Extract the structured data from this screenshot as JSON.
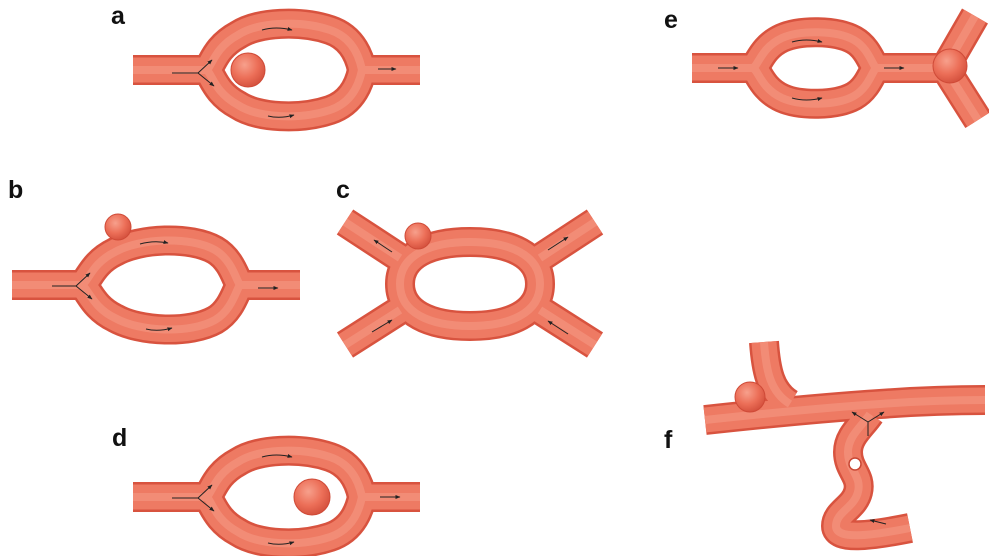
{
  "colors": {
    "vessel": "#e8664f",
    "vessel_dark": "#d8533f",
    "vessel_highlight": "#f59a86",
    "flow_arrow": "#222222",
    "background": "#ffffff"
  },
  "panels": [
    {
      "id": "a",
      "label": "a"
    },
    {
      "id": "b",
      "label": "b"
    },
    {
      "id": "c",
      "label": "c"
    },
    {
      "id": "d",
      "label": "d"
    },
    {
      "id": "e",
      "label": "e"
    },
    {
      "id": "f",
      "label": "f"
    }
  ]
}
